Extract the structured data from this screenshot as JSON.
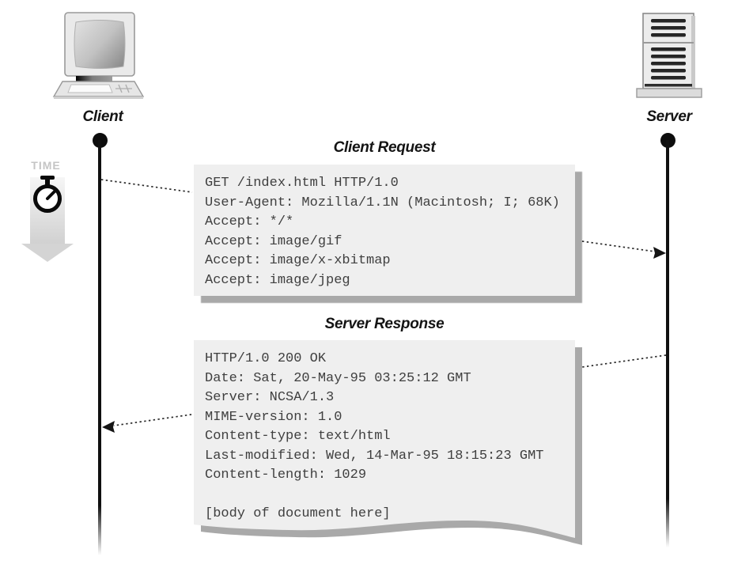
{
  "figure": {
    "client_label": "Client",
    "server_label": "Server",
    "time_label": "TIME",
    "request": {
      "title": "Client Request",
      "lines": [
        "GET /index.html HTTP/1.0",
        "User-Agent: Mozilla/1.1N (Macintosh; I; 68K)",
        "Accept: */*",
        "Accept: image/gif",
        "Accept: image/x-xbitmap",
        "Accept: image/jpeg"
      ]
    },
    "response": {
      "title": "Server Response",
      "lines": [
        "HTTP/1.0 200 OK",
        "Date: Sat, 20-May-95 03:25:12 GMT",
        "Server: NCSA/1.3",
        "MIME-version: 1.0",
        "Content-type: text/html",
        "Last-modified: Wed, 14-Mar-95 18:15:23 GMT",
        "Content-length: 1029",
        "",
        "[body of document here]"
      ]
    },
    "colors": {
      "box_fill": "#efefef",
      "box_shadow": "#a9a9a9",
      "timeline": "#101010",
      "time_gray": "#c5c5c5"
    }
  }
}
